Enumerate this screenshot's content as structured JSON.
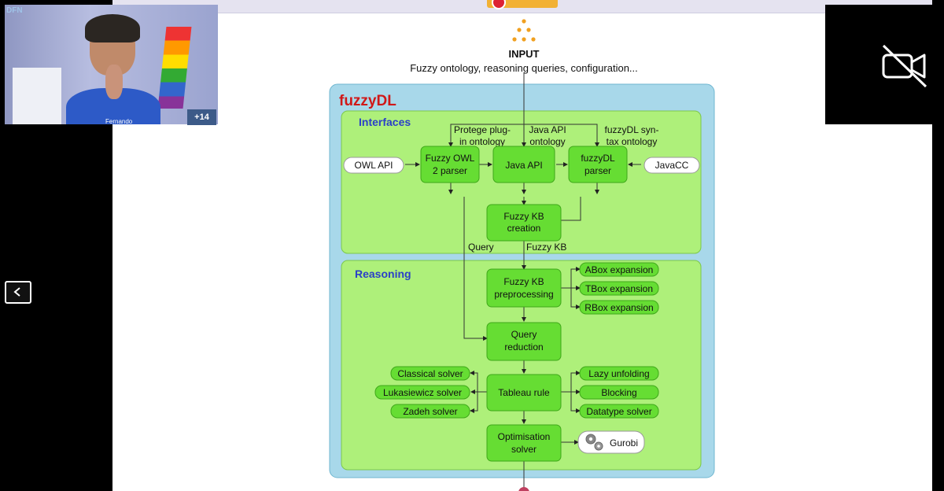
{
  "participants": {
    "self": {
      "logo": "DFN",
      "name": "Fernando"
    },
    "more_count": "+14"
  },
  "diagram": {
    "input_title": "INPUT",
    "input_subtitle": "Fuzzy ontology, reasoning queries, configuration...",
    "system_title": "fuzzyDL",
    "interfaces_title": "Interfaces",
    "reasoning_title": "Reasoning",
    "protege_label_1": "Protege plug-",
    "protege_label_2": "in ontology",
    "javaapi_label_1": "Java API",
    "javaapi_label_2": "ontology",
    "fuzzydl_label_1": "fuzzyDL syn-",
    "fuzzydl_label_2": "tax ontology",
    "owl_api": "OWL API",
    "javacc": "JavaCC",
    "fuzzy_owl_1": "Fuzzy OWL",
    "fuzzy_owl_2": "2 parser",
    "java_api": "Java API",
    "fuzzydl_parser_1": "fuzzyDL",
    "fuzzydl_parser_2": "parser",
    "kb_creation_1": "Fuzzy KB",
    "kb_creation_2": "creation",
    "query_label": "Query",
    "fuzzy_kb_label": "Fuzzy KB",
    "kb_pre_1": "Fuzzy KB",
    "kb_pre_2": "preprocessing",
    "abox": "ABox expansion",
    "tbox": "TBox expansion",
    "rbox": "RBox expansion",
    "query_red_1": "Query",
    "query_red_2": "reduction",
    "tableau": "Tableau rule",
    "classical": "Classical solver",
    "lukasiewicz": "Lukasiewicz solver",
    "zadeh": "Zadeh solver",
    "lazy": "Lazy unfolding",
    "blocking": "Blocking",
    "datatype": "Datatype solver",
    "optim_1": "Optimisation",
    "optim_2": "solver",
    "gurobi": "Gurobi"
  },
  "colors": {
    "outer_bg": "#a8d8ea",
    "panel_bg": "#aef07a",
    "node_bg": "#66dd33",
    "title_red": "#d01818",
    "title_blue": "#2a3fc8",
    "input_dots": "#f0a020"
  },
  "icons": {
    "camera_off": "video-off-icon",
    "back": "chevron-left-icon",
    "gurobi": "gears-icon"
  }
}
